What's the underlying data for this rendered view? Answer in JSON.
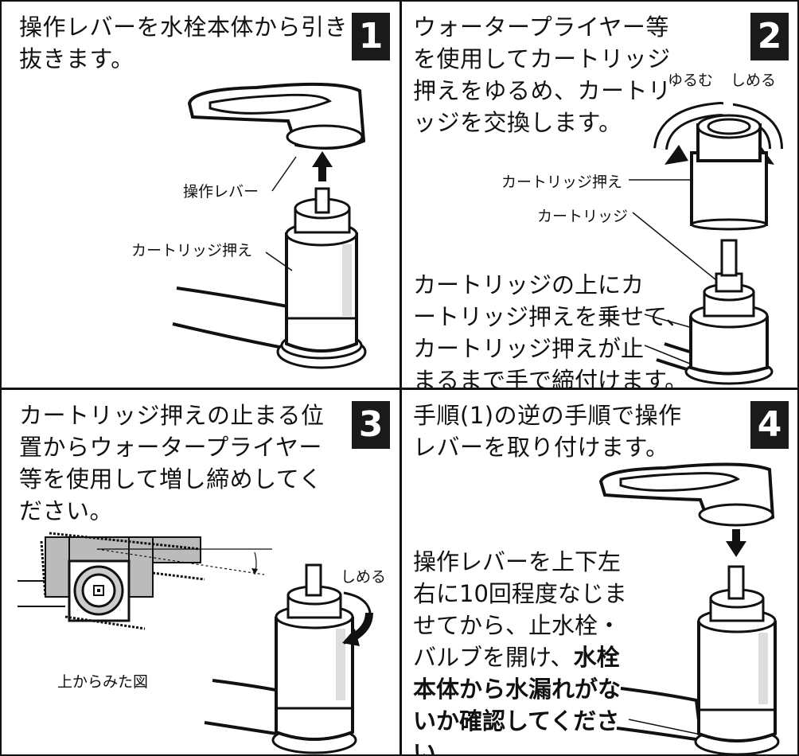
{
  "steps": [
    {
      "number": "1",
      "text_lines": [
        "操作レバーを水栓本体から引き",
        "抜きます。"
      ],
      "labels": {
        "lever": "操作レバー",
        "cartridge_holder": "カートリッジ押え"
      }
    },
    {
      "number": "2",
      "text_lines": [
        "ウォータープライヤー等",
        "を使用してカートリッジ",
        "押えをゆるめ、カートリ",
        "ッジを交換します。"
      ],
      "labels": {
        "loosen": "ゆるむ",
        "tighten": "しめる",
        "cartridge_holder": "カートリッジ押え",
        "cartridge": "カートリッジ"
      },
      "note_lines": [
        "カートリッジの上にカ",
        "ートリッジ押えを乗せて、",
        "カートリッジ押えが止",
        "まるまで手で締付けます。"
      ]
    },
    {
      "number": "3",
      "text_lines": [
        "カートリッジ押えの止まる位",
        "置からウォータープライヤー",
        "等を使用して増し締めしてく",
        "ださい。"
      ],
      "labels": {
        "tighten": "しめる",
        "top_view": "上からみた図"
      }
    },
    {
      "number": "4",
      "text_lines": [
        "手順(1)の逆の手順で操作",
        "レバーを取り付けます。"
      ],
      "note_lines": [
        "操作レバーを上下左",
        "右に10回程度なじま",
        "せてから、止水栓・",
        "バルブを開け、"
      ],
      "note_bold_lines": [
        "水栓",
        "本体から水漏れがな",
        "いか確認してくださ",
        "い。"
      ]
    }
  ]
}
